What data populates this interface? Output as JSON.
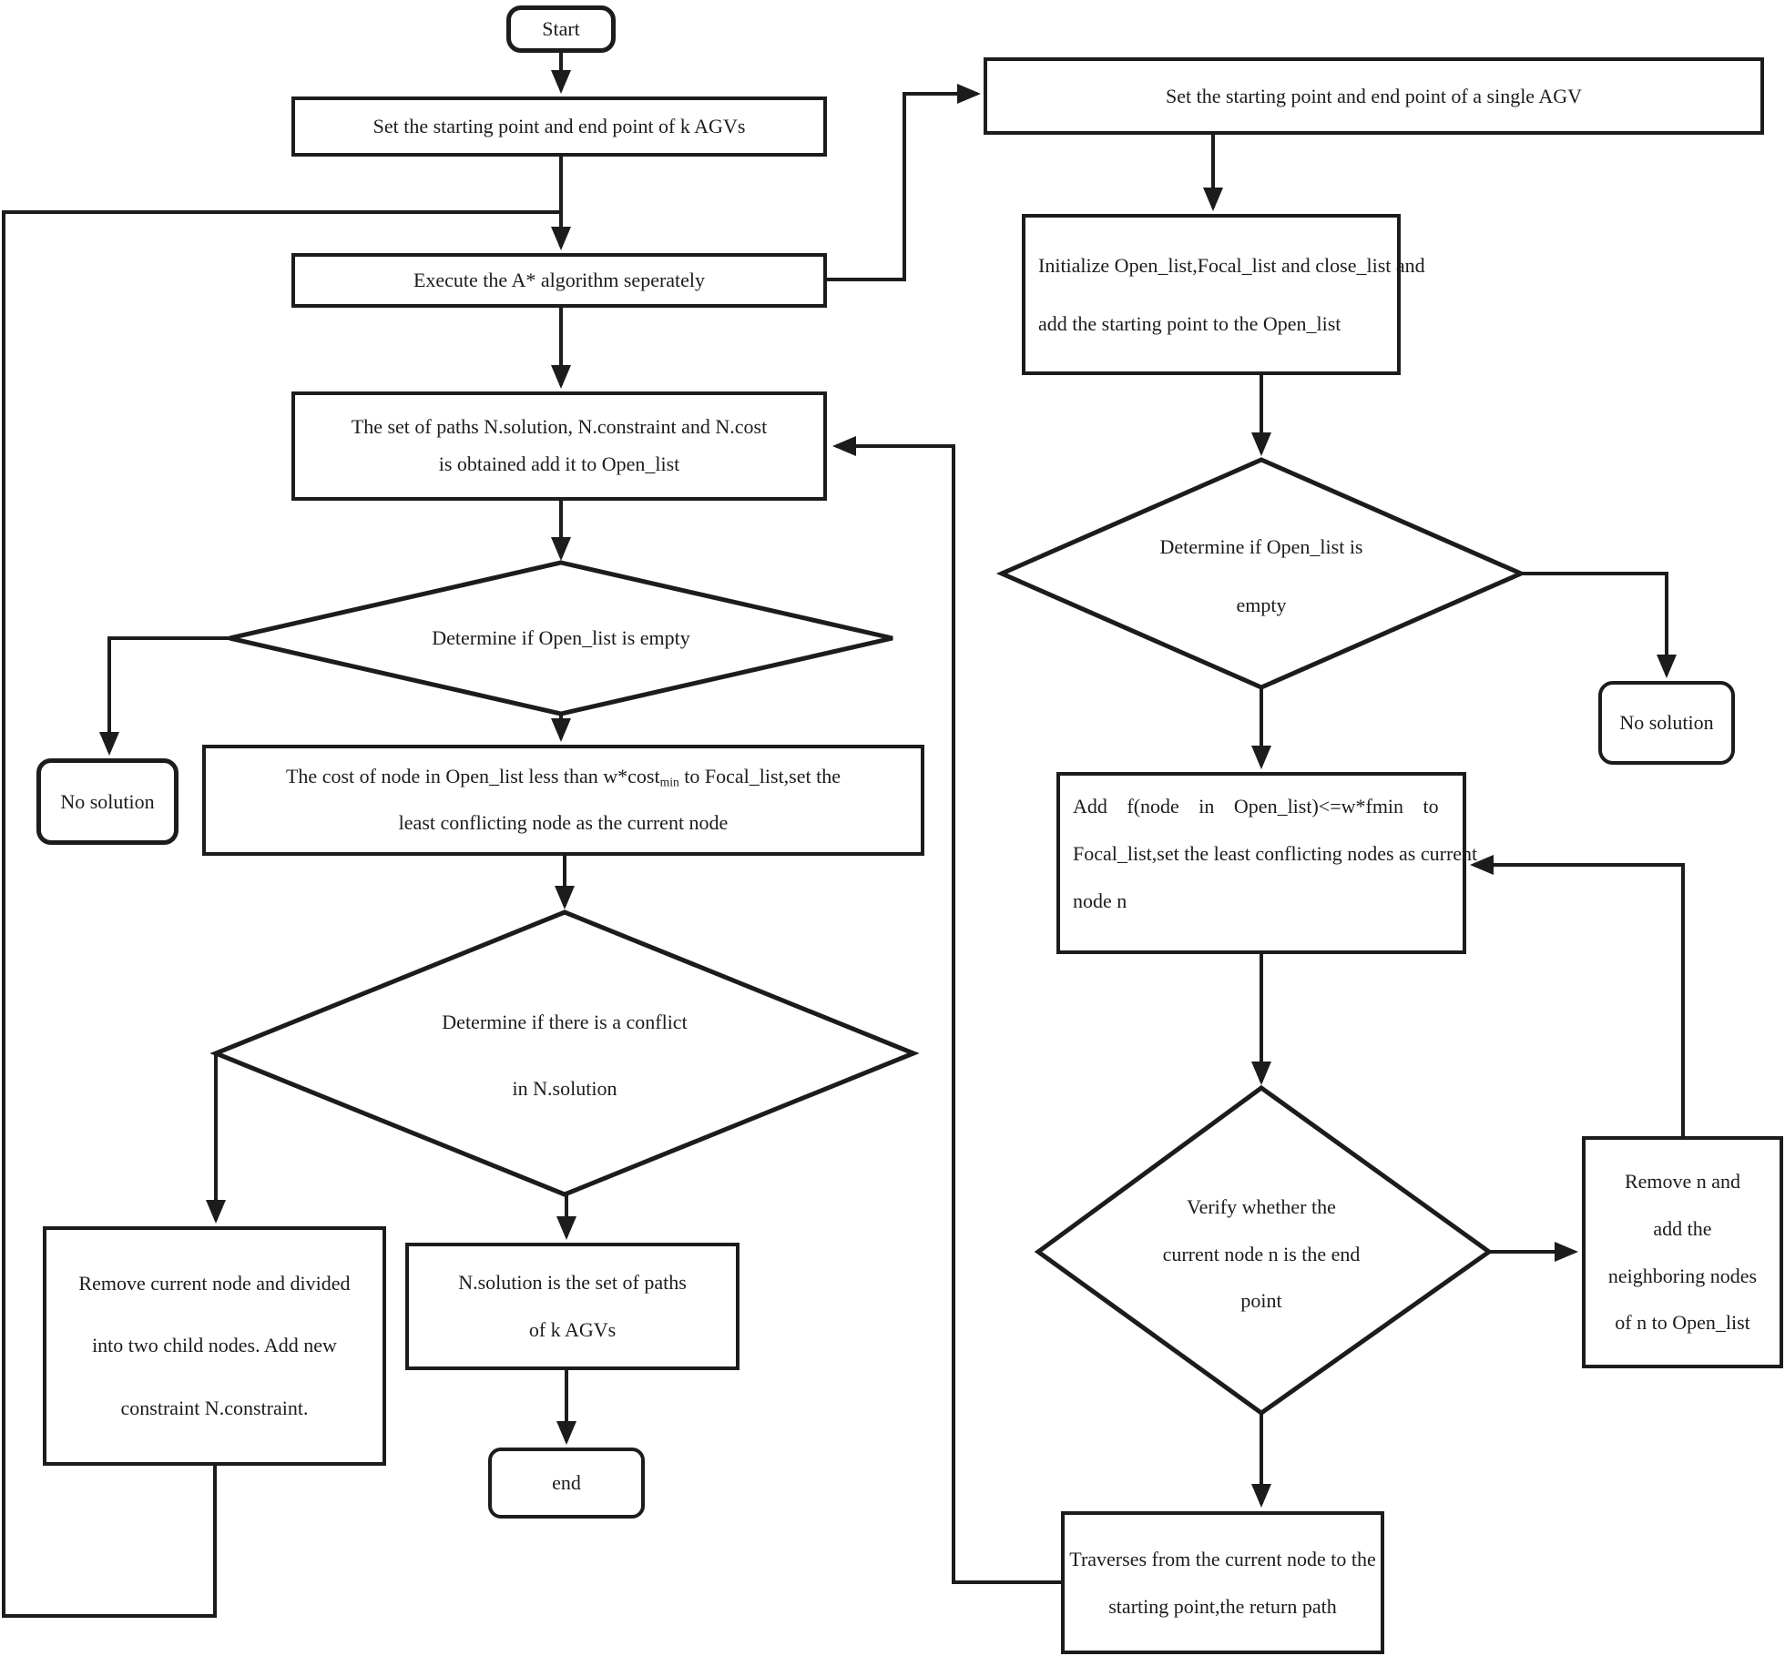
{
  "title": "Improved CBS with Focal search flowchart for AGV path planning",
  "colors": {
    "ink": "#1c1c1c",
    "background": "#ffffff"
  },
  "nodes": {
    "start": {
      "label": "Start"
    },
    "set_k": {
      "label": "Set the starting point and end point of k AGVs"
    },
    "execute": {
      "label": "Execute the A* algorithm seperately"
    },
    "paths": {
      "lines": [
        "The set of paths N.solution, N.constraint and N.cost",
        "is obtained add it to Open_list"
      ]
    },
    "d_open_empty_left": {
      "lines": [
        "Determine if Open_list is empty"
      ]
    },
    "nosol_left": {
      "label": "No solution"
    },
    "cost": {
      "line1_parts": [
        "The cost of node in Open_list less than w*cost",
        "min",
        " to Focal_list,set the"
      ],
      "line2": "least conflicting node as the current node"
    },
    "d_conflict": {
      "lines": [
        "Determine if there is a conflict",
        "in N.solution"
      ]
    },
    "remove_node": {
      "lines": [
        "Remove current node and divided",
        "into two child nodes. Add new",
        "constraint N.constraint."
      ]
    },
    "nsolution": {
      "lines": [
        "N.solution is the set of paths",
        "of k AGVs"
      ]
    },
    "end": {
      "label": "end"
    },
    "single": {
      "label": "Set the starting point and end point of a single AGV"
    },
    "init": {
      "lines": [
        "Initialize Open_list,Focal_list and close_list and",
        "add the starting point to the Open_list"
      ]
    },
    "d_open_empty_right": {
      "lines": [
        "Determine if Open_list is",
        "empty"
      ]
    },
    "nosol_right": {
      "label": "No solution"
    },
    "addf": {
      "lines": [
        "Add f(node in Open_list)<=w*fmin to",
        "Focal_list,set the least conflicting nodes as current",
        "node n"
      ]
    },
    "d_verify": {
      "lines": [
        "Verify whether the",
        "current node n is the end",
        "point"
      ]
    },
    "remove_n": {
      "lines": [
        "Remove n and",
        "add the",
        "neighboring nodes",
        "of n to Open_list"
      ]
    },
    "traverse": {
      "lines": [
        "Traverses from the current node to the",
        "starting point,the return path"
      ]
    }
  }
}
